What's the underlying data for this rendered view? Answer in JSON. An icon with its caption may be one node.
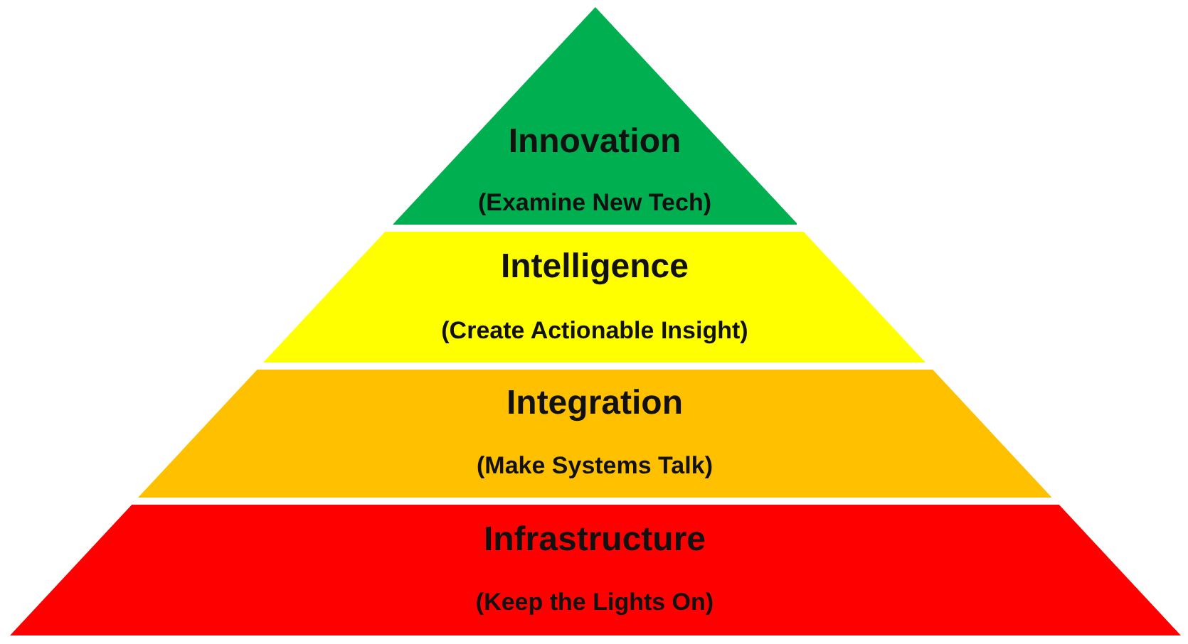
{
  "diagram": {
    "nodes": [
      {
        "text": [
          "Innovation",
          "(Examine New Tech)"
        ]
      },
      {
        "text": [
          "Intelligence",
          "(Create Actionable Insight)"
        ]
      },
      {
        "text": [
          "Integration",
          "(Make Systems Talk)"
        ]
      },
      {
        "text": [
          "Infrastructure",
          "(Keep the Lights On)"
        ]
      }
    ]
  }
}
